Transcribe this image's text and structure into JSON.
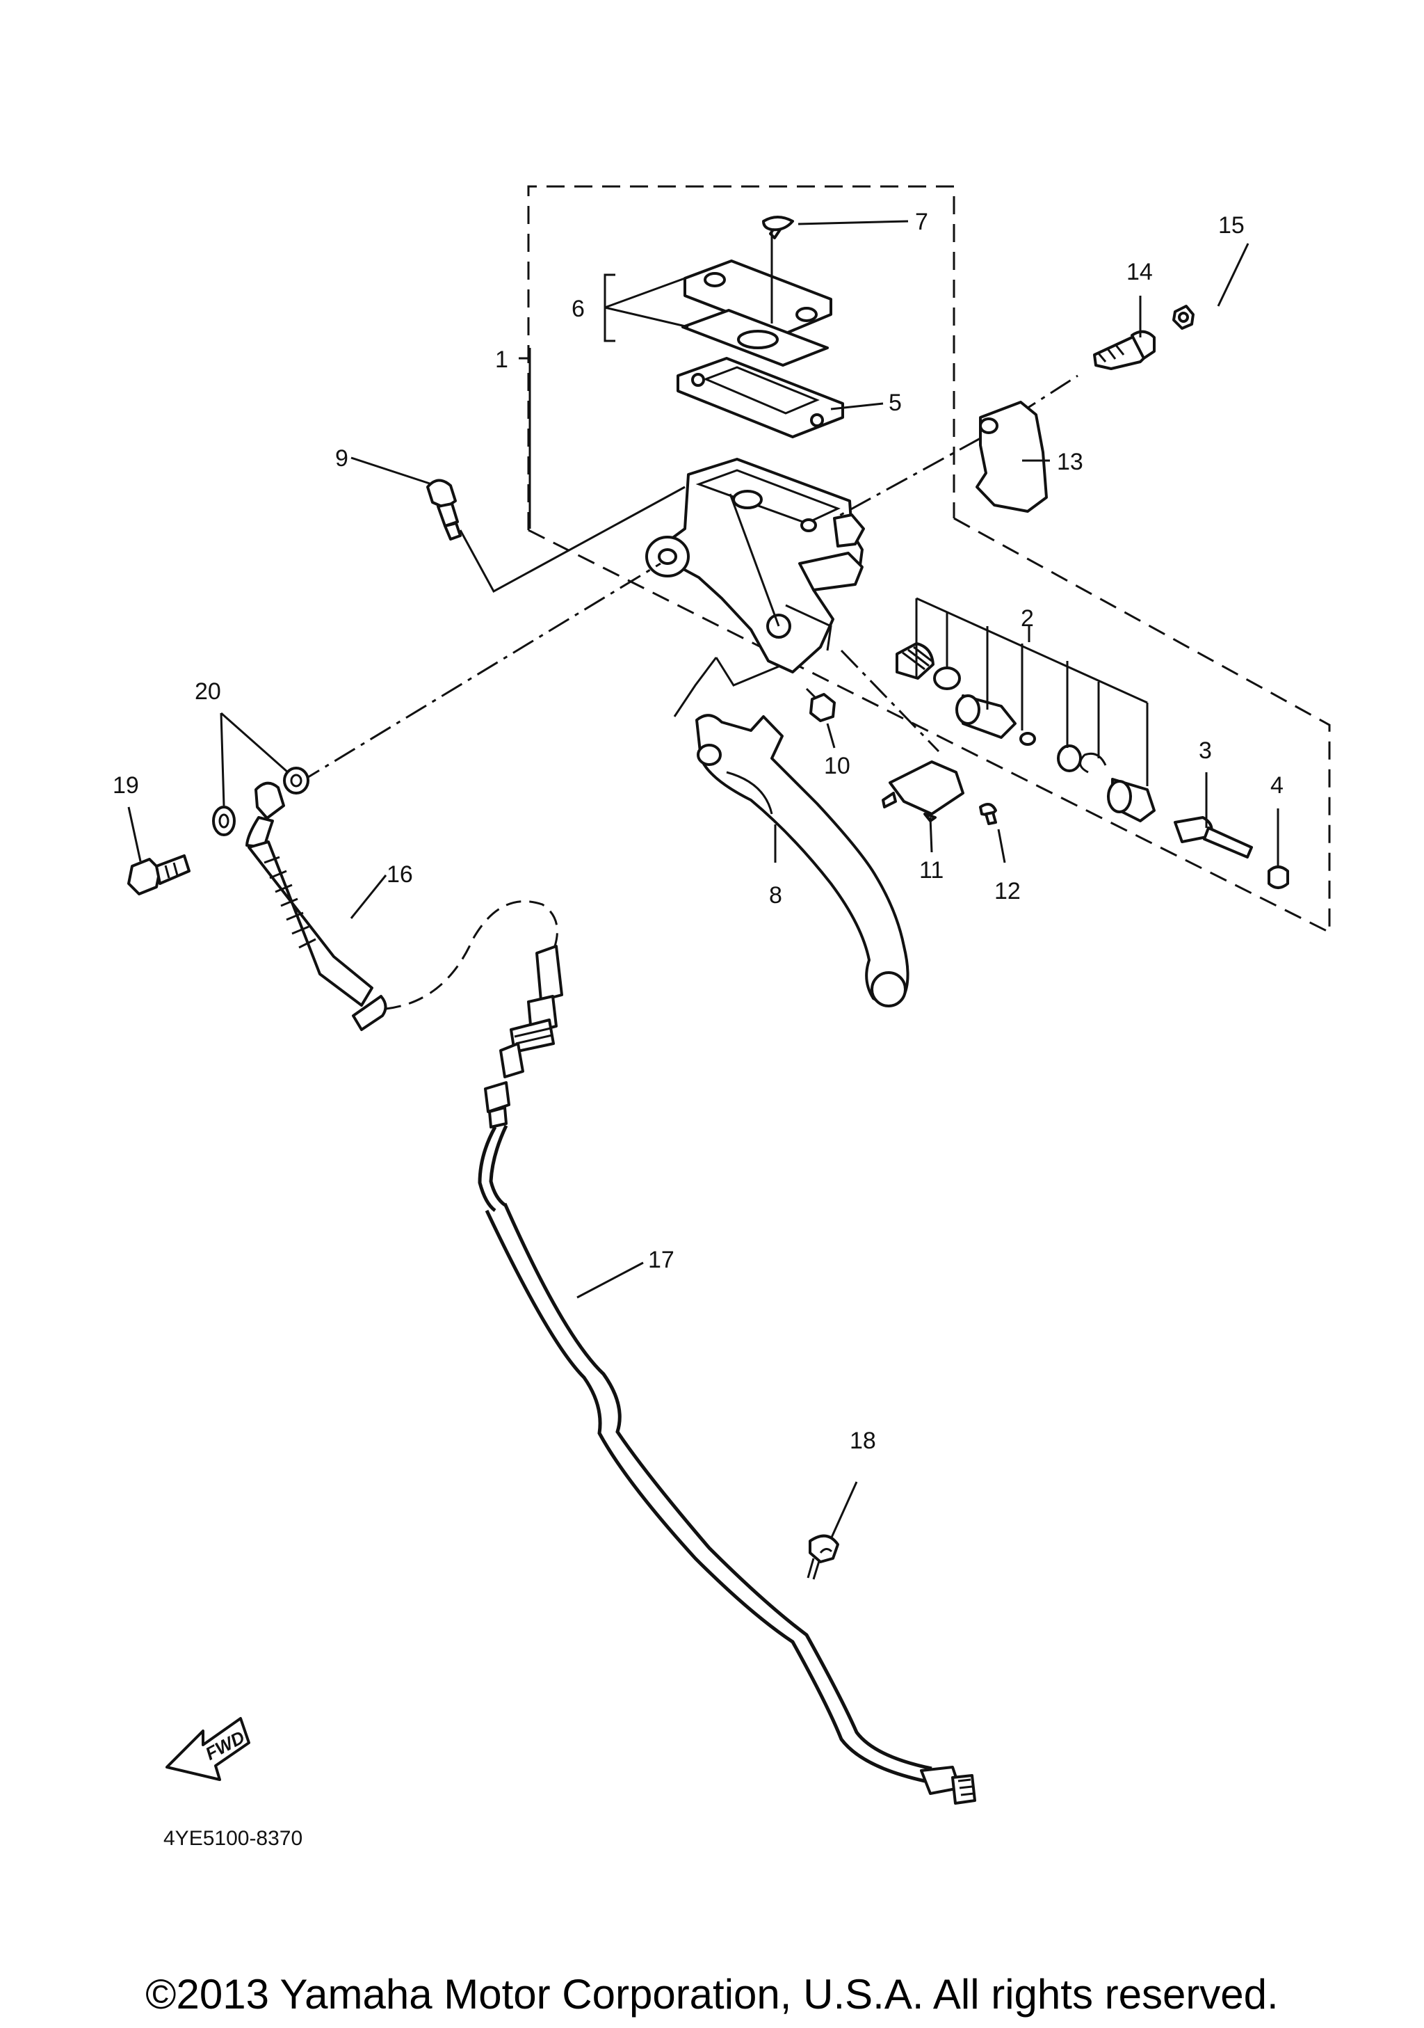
{
  "diagram": {
    "callouts": {
      "c1": "1",
      "c2": "2",
      "c3": "3",
      "c4": "4",
      "c5": "5",
      "c6": "6",
      "c7": "7",
      "c8": "8",
      "c9": "9",
      "c10": "10",
      "c11": "11",
      "c12": "12",
      "c13": "13",
      "c14": "14",
      "c15": "15",
      "c16": "16",
      "c17": "17",
      "c18": "18",
      "c19": "19",
      "c20": "20"
    },
    "fwd_label": "FWD",
    "drawing_code": "4YE5100-8370"
  },
  "footer": {
    "copyright": "©2013 Yamaha Motor Corporation, U.S.A. All rights reserved."
  }
}
